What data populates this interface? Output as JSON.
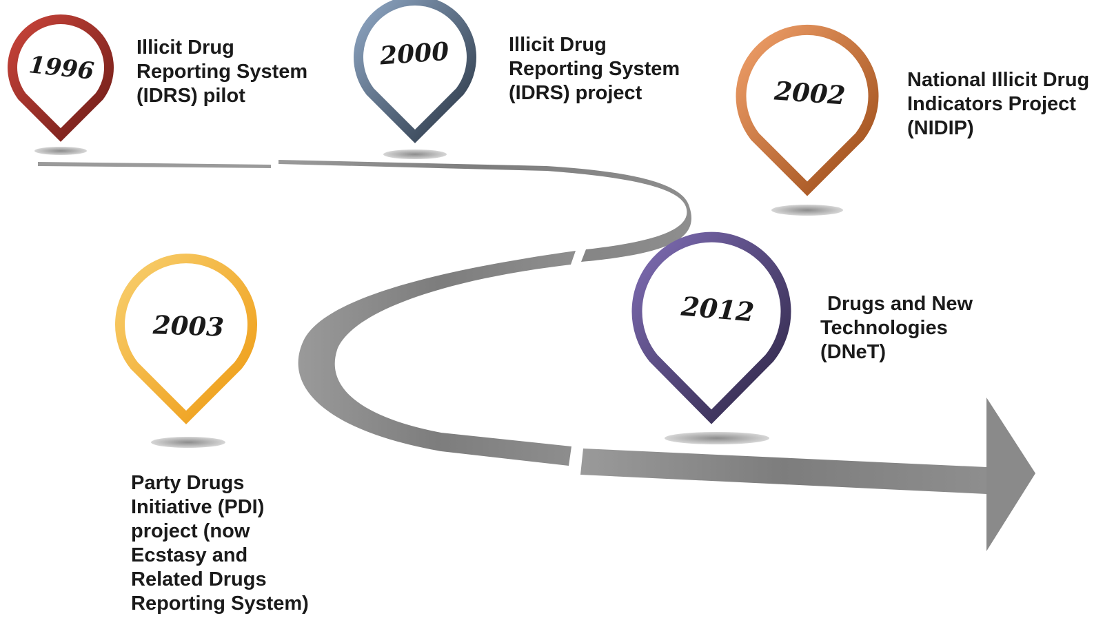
{
  "milestones": [
    {
      "id": "1996",
      "year": "1996",
      "color": "#b3362e",
      "label_lines": [
        "Illicit Drug",
        "Reporting System",
        "(IDRS) pilot"
      ]
    },
    {
      "id": "2000",
      "year": "2000",
      "color": "#6d86a6",
      "label_lines": [
        "Illicit Drug",
        "Reporting System",
        "(IDRS) project"
      ]
    },
    {
      "id": "2002",
      "year": "2002",
      "color": "#e07a35",
      "label_lines": [
        "National Illicit Drug",
        "Indicators Project",
        "(NIDIP)"
      ]
    },
    {
      "id": "2003",
      "year": "2003",
      "color": "#f2ad2e",
      "label_lines": [
        "Party Drugs",
        "Initiative (PDI)",
        "project (now",
        "Ecstasy and",
        "Related Drugs",
        "Reporting System)"
      ]
    },
    {
      "id": "2012",
      "year": "2012",
      "color": "#5b4c8a",
      "label_lines": [
        "Drugs and New",
        "Technologies",
        "(DNeT)"
      ]
    }
  ],
  "road_color": "#8a8a8a"
}
